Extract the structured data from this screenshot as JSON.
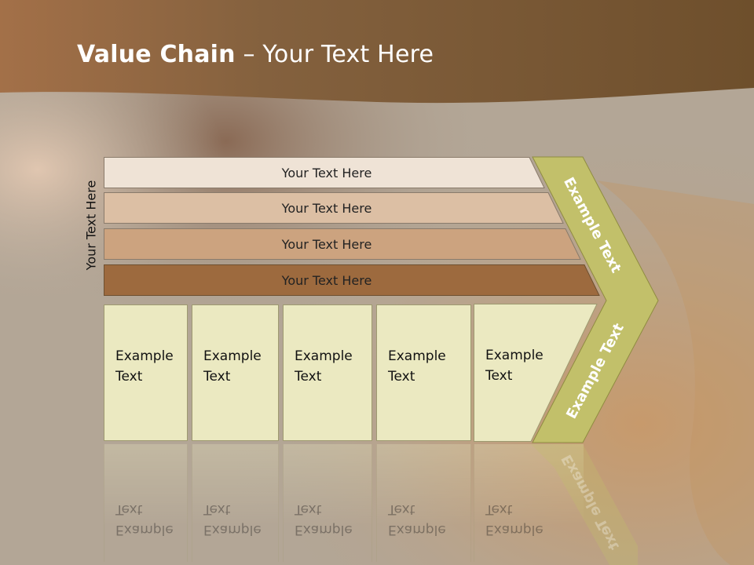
{
  "slide": {
    "title_bold": "Value Chain",
    "title_rest": " – Your Text Here",
    "vertical_label": "Your Text Here",
    "bars": [
      {
        "label": "Your Text Here"
      },
      {
        "label": "Your Text Here"
      },
      {
        "label": "Your Text Here"
      },
      {
        "label": "Your Text Here"
      }
    ],
    "boxes": [
      {
        "label": "Example\nText"
      },
      {
        "label": "Example\nText"
      },
      {
        "label": "Example\nText"
      },
      {
        "label": "Example\nText"
      },
      {
        "label": "Example\nText"
      }
    ],
    "chevron_top": "Example Text",
    "chevron_bottom": "Example Text"
  },
  "colors": {
    "header_brown": "#7a5530",
    "bar1": "#efe3d6",
    "bar2": "#dcbfa4",
    "bar3": "#cca37f",
    "bar4": "#9d6a3e",
    "box_fill": "#ebe9c1",
    "chevron": "#c2c06a"
  }
}
